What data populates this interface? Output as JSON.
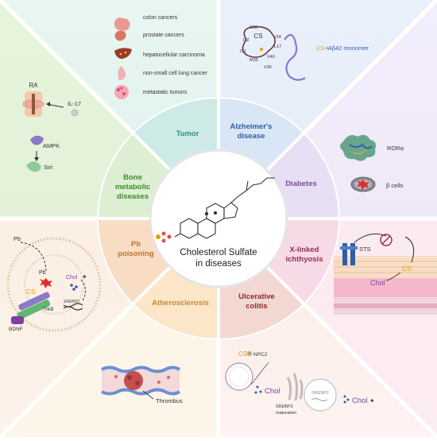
{
  "center": {
    "line1": "Cholesterol Sulfate",
    "line2": "in diseases"
  },
  "segments": {
    "tumor": "Tumor",
    "alzheimers_1": "Alzheimer's",
    "alzheimers_2": "disease",
    "diabetes": "Diabetes",
    "ichthyosis_1": "X-linked",
    "ichthyosis_2": "ichthyosis",
    "colitis_1": "Ulcerative",
    "colitis_2": "colitis",
    "atherosclerosis": "Atherosclerosis",
    "pb_1": "Pb",
    "pb_2": "poisoning",
    "bone_1": "Bone",
    "bone_2": "metabolic",
    "bone_3": "diseases"
  },
  "tumor_panel": {
    "items": [
      "colon cancers",
      "prostate cancers",
      "hepatocellular carcinoma",
      "non-small cell lung cancer",
      "metastatic tumors"
    ]
  },
  "alz_panel": {
    "cs": "CS",
    "monomer_cs": "CS",
    "monomer_rest": "•Aβ42 monomer",
    "residues": [
      "K28",
      "I32",
      "I31",
      "M35",
      "V24",
      "L17",
      "V40",
      "V36"
    ]
  },
  "diabetes_panel": {
    "ror": "RORα",
    "beta": "β cells"
  },
  "ichthyosis_panel": {
    "sts": "STS",
    "cs": "CS",
    "chol": "Chol"
  },
  "colitis_panel": {
    "cs": "CS",
    "npc2": "NPC2",
    "chol": "Chol",
    "chol2": "Chol",
    "srebp2": "SREBP2",
    "maturation_1": "SREBP2",
    "maturation_2": "maturation"
  },
  "athero_panel": {
    "thrombus": "Thrombus"
  },
  "pb_panel": {
    "pb_out": "Pb",
    "pb_in": "Pb",
    "chol": "Chol",
    "cs": "CS",
    "trkb": "TrkB",
    "srebp2": "SREBP2",
    "bdnf": "BDNF"
  },
  "bone_panel": {
    "ra": "RA",
    "il17": "IL-17",
    "ampk": "AMPK",
    "sirt": "Sirt"
  },
  "colors": {
    "tumor": "#2e8f8b",
    "alzheimers": "#2f5ea8",
    "diabetes": "#7b4f9e",
    "ichthyosis": "#8e2f52",
    "colitis": "#8e2b21",
    "atherosclerosis": "#c98a30",
    "pb": "#b8762f",
    "bone": "#3f8a2f",
    "cs": "#e6a100",
    "chol": "#7e3fa0"
  }
}
